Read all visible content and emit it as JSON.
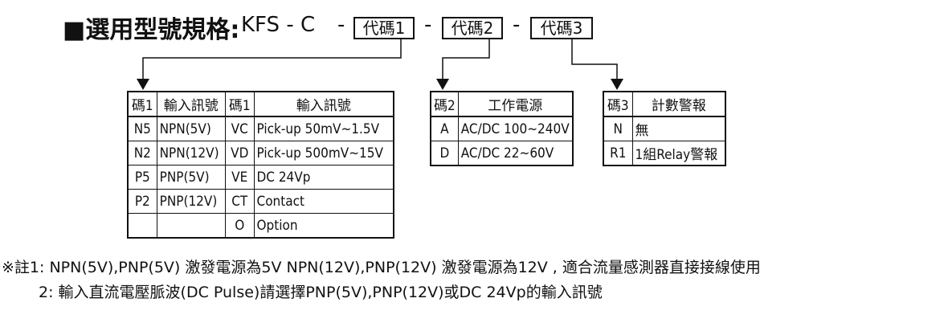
{
  "title": {
    "square": "■",
    "text": "選用型號規格:",
    "model": "KFS - C"
  },
  "separators": [
    "-",
    "-",
    "-"
  ],
  "code_boxes": [
    "代碼1",
    "代碼2",
    "代碼3"
  ],
  "table1": {
    "headers": [
      "碼1",
      "輸入訊號",
      "碼1",
      "輸入訊號"
    ],
    "rows": [
      [
        "N5",
        "NPN(5V)",
        "VC",
        "Pick-up 50mV~1.5V"
      ],
      [
        "N2",
        "NPN(12V)",
        "VD",
        "Pick-up 500mV~15V"
      ],
      [
        "P5",
        "PNP(5V)",
        "VE",
        "DC 24Vp"
      ],
      [
        "P2",
        "PNP(12V)",
        "CT",
        "Contact"
      ],
      [
        "",
        "",
        "O",
        "Option"
      ]
    ]
  },
  "table2": {
    "headers": [
      "碼2",
      "工作電源"
    ],
    "rows": [
      [
        "A",
        "AC/DC 100~240V"
      ],
      [
        "D",
        "AC/DC 22~60V"
      ]
    ]
  },
  "table3": {
    "headers": [
      "碼3",
      "計數警報"
    ],
    "rows": [
      [
        "N",
        "無"
      ],
      [
        "R1",
        "1組Relay警報"
      ]
    ]
  },
  "notes": [
    "※註1: NPN(5V),PNP(5V) 激發電源為5V NPN(12V),PNP(12V) 激發電源為12V , 適合流量感測器直接接線使用",
    "2: 輸入直流電壓脈波(DC Pulse)請選擇PNP(5V),PNP(12V)或DC 24Vp的輸入訊號"
  ]
}
